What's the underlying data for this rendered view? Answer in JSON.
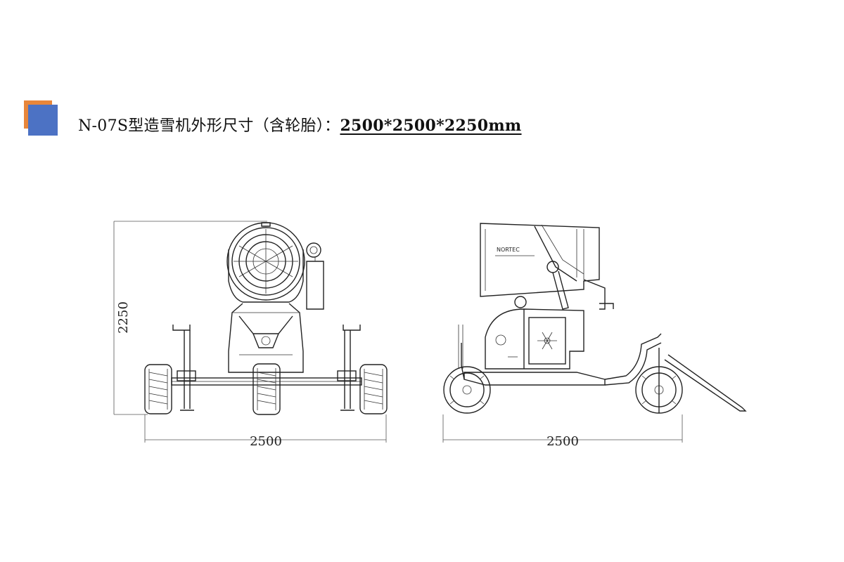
{
  "title": {
    "label": "N-07S型造雪机外形尺寸（含轮胎）：",
    "value": "2500*2500*2250mm"
  },
  "marker": {
    "colors": {
      "orange": "#e8863a",
      "blue": "#4c72c4"
    }
  },
  "front_view": {
    "height_dim": "2250",
    "width_dim": "2500"
  },
  "side_view": {
    "width_dim": "2500",
    "logo_text": "NORTEC"
  }
}
